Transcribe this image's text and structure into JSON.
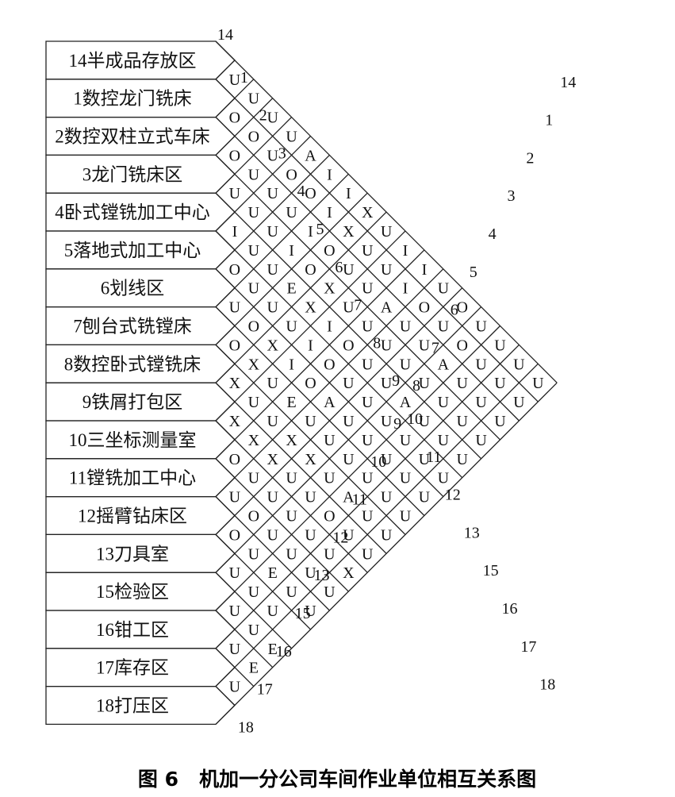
{
  "units": [
    "14半成品存放区",
    "1数控龙门铣床",
    "2数控双柱立式车床",
    "3龙门铣床区",
    "4卧式镗铣加工中心",
    "5落地式加工中心",
    "6划线区",
    "7刨台式铣镗床",
    "8数控卧式镗铣床",
    "9铁屑打包区",
    "10三坐标测量室",
    "11镗铣加工中心",
    "12摇臂钻床区",
    "13刀具室",
    "15检验区",
    "16钳工区",
    "17库存区",
    "18打压区"
  ],
  "top_numbers": [
    "14",
    "1",
    "2",
    "3",
    "4",
    "5",
    "6",
    "7",
    "8",
    "9",
    "10",
    "11",
    "12",
    "13",
    "15",
    "16",
    "17",
    "18"
  ],
  "bottom_numbers": [
    "14",
    "1",
    "2",
    "3",
    "4",
    "5",
    "6",
    "7",
    "8",
    "9",
    "10",
    "11",
    "12",
    "13",
    "15",
    "16",
    "17",
    "18"
  ],
  "relation_columns": [
    [
      "U",
      "O",
      "O",
      "U",
      "I",
      "O",
      "U",
      "O",
      "X",
      "X",
      "O",
      "U",
      "O",
      "U",
      "U",
      "U",
      "U"
    ],
    [
      "U",
      "O",
      "U",
      "U",
      "U",
      "U",
      "O",
      "X",
      "U",
      "X",
      "U",
      "O",
      "U",
      "U",
      "U",
      "E"
    ],
    [
      "U",
      "U",
      "U",
      "U",
      "U",
      "U",
      "X",
      "U",
      "U",
      "X",
      "U",
      "U",
      "E",
      "U",
      "E"
    ],
    [
      "U",
      "O",
      "U",
      "I",
      "E",
      "U",
      "I",
      "E",
      "X",
      "U",
      "U",
      "U",
      "U"
    ],
    [
      "A",
      "O",
      "I",
      "O",
      "X",
      "I",
      "O",
      "U",
      "X",
      "U",
      "U",
      "U",
      "U"
    ],
    [
      "I",
      "I",
      "O",
      "X",
      "I",
      "O",
      "A",
      "U",
      "U",
      "O",
      "U",
      "U"
    ],
    [
      "I",
      "X",
      "U",
      "U",
      "O",
      "U",
      "U",
      "U",
      "A",
      "U",
      "X"
    ],
    [
      "X",
      "U",
      "U",
      "U",
      "U",
      "U",
      "U",
      "U",
      "U",
      "U"
    ],
    [
      "U",
      "U",
      "A",
      "U",
      "U",
      "U",
      "U",
      "U",
      "U"
    ],
    [
      "I",
      "I",
      "U",
      "U",
      "A",
      "U",
      "U",
      "U"
    ],
    [
      "I",
      "O",
      "U",
      "U",
      "U",
      "U",
      "U"
    ],
    [
      "U",
      "U",
      "A",
      "U",
      "U",
      "U"
    ],
    [
      "O",
      "O",
      "U",
      "U",
      "U"
    ],
    [
      "U",
      "U",
      "U",
      "U"
    ],
    [
      "U",
      "U",
      "U"
    ],
    [
      "U",
      "U"
    ],
    [
      "U"
    ]
  ],
  "caption": "图 6   机加一分公司车间作业单位相互关系图"
}
